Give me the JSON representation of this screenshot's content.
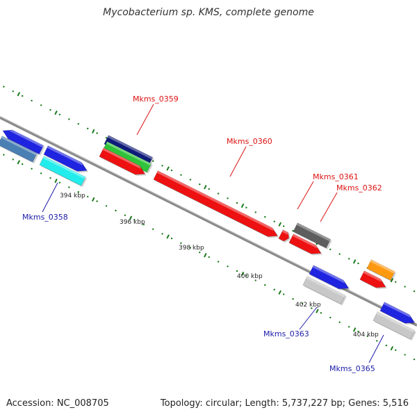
{
  "title": "Mycobacterium sp. KMS, complete genome",
  "footer": {
    "accession": "Accession: NC_008705",
    "summary": "Topology: circular; Length: 5,737,227 bp; Genes: 5,516"
  },
  "colors": {
    "backbone": "#8a8a8a",
    "tick": "#1a7a1a",
    "label_red": "#dd1111",
    "label_blue": "#1a1aa8"
  },
  "tick_labels": [
    "394 kbp",
    "396 kbp",
    "398 kbp",
    "400 kbp",
    "402 kbp",
    "404 kbp"
  ],
  "genes": [
    {
      "id": "gene-blue-1",
      "color": "#1f24e0"
    },
    {
      "id": "gene-steelblue",
      "color": "#4a7fb4"
    },
    {
      "id": "gene-blue-2",
      "color": "#1f24e0"
    },
    {
      "id": "gene-cyan",
      "color": "#22ecec"
    },
    {
      "id": "gene-navy",
      "color": "#0f1b7a"
    },
    {
      "id": "gene-green",
      "color": "#2fc23a"
    },
    {
      "id": "gene-red-1",
      "color": "#ee1111"
    },
    {
      "id": "gene-red-long",
      "color": "#ee1111"
    },
    {
      "id": "gene-red-small",
      "color": "#ee1111"
    },
    {
      "id": "gene-darkgray",
      "color": "#5e5e5e"
    },
    {
      "id": "gene-red-2",
      "color": "#ee1111"
    },
    {
      "id": "gene-blue-3",
      "color": "#1f24e0"
    },
    {
      "id": "gene-silver-1",
      "color": "#c8c8c8"
    },
    {
      "id": "gene-orange",
      "color": "#ff9a10"
    },
    {
      "id": "gene-red-3",
      "color": "#ee1111"
    },
    {
      "id": "gene-blue-4",
      "color": "#1f24e0"
    },
    {
      "id": "gene-silver-2",
      "color": "#c8c8c8"
    }
  ],
  "gene_labels": [
    {
      "text": "Mkms_0359",
      "color": "#dd1111"
    },
    {
      "text": "Mkms_0360",
      "color": "#dd1111"
    },
    {
      "text": "Mkms_0361",
      "color": "#dd1111"
    },
    {
      "text": "Mkms_0362",
      "color": "#dd1111"
    },
    {
      "text": "Mkms_0358",
      "color": "#1a1aa8"
    },
    {
      "text": "Mkms_0363",
      "color": "#1a1aa8"
    },
    {
      "text": "Mkms_0365",
      "color": "#1a1aa8"
    }
  ]
}
